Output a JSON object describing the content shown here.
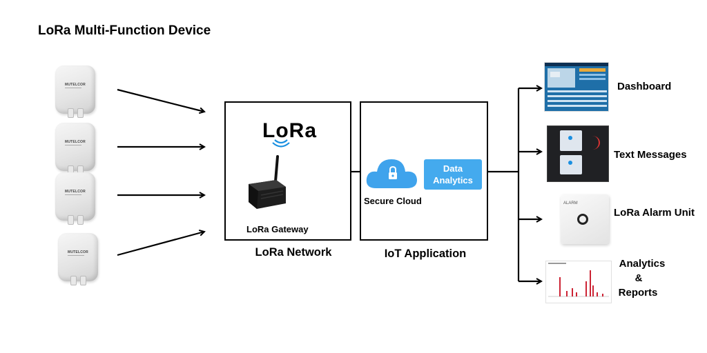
{
  "title": "LoRa Multi-Function Device",
  "sensors": [
    {
      "brand": "MUTELCOR"
    },
    {
      "brand": "MUTELCOR"
    },
    {
      "brand": "MUTELCOR"
    },
    {
      "brand": "MUTELCOR"
    }
  ],
  "network": {
    "logo_text": "LoRa",
    "gateway_label": "LoRa Gateway",
    "caption": "LoRa Network"
  },
  "iot": {
    "cloud_label": "Secure Cloud",
    "analytics_line1": "Data",
    "analytics_line2": "Analytics",
    "caption": "IoT Application"
  },
  "outputs": {
    "dashboard": "Dashboard",
    "text_messages": "Text Messages",
    "alarm_unit": "LoRa Alarm Unit",
    "alarm_device_text": "ALARM",
    "analytics_line1": "Analytics",
    "analytics_line2": "&",
    "analytics_line3": "Reports"
  },
  "colors": {
    "cloud": "#3fa3ec",
    "analytics_box": "#44aaee",
    "dashboard_bg": "#1f6fa8",
    "report_bars": "#cc2233"
  }
}
